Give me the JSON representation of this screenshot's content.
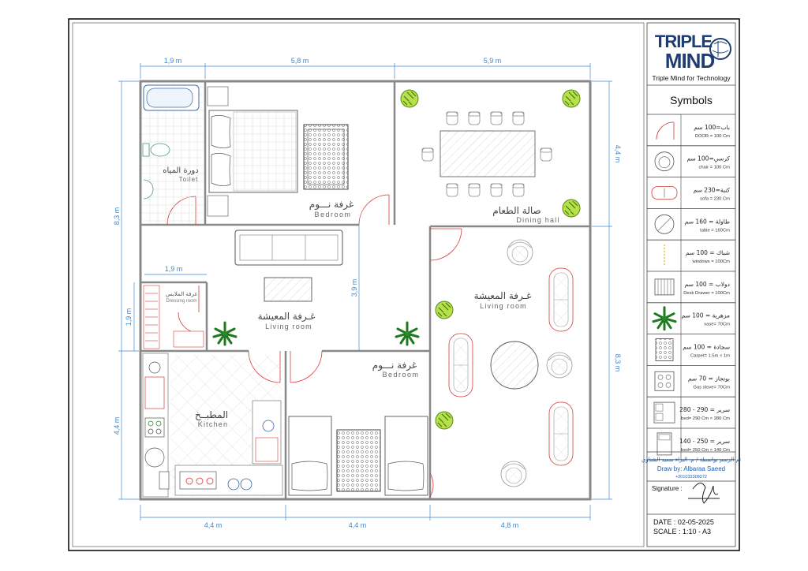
{
  "dimensions": {
    "top": [
      "1,9 m",
      "5,8 m",
      "5,9 m"
    ],
    "bottom": [
      "4,4 m",
      "4,4 m",
      "4,8 m"
    ],
    "left_upper": "8,3 m",
    "left_lower": "4,4 m",
    "left_small": "1,9 m",
    "inner_h": "1,9 m",
    "inner_v": "3,9 m",
    "right_upper": "4,4 m",
    "right_lower": "8,3 m"
  },
  "rooms": {
    "toilet": {
      "ar": "دورة المياه",
      "en": "Toilet"
    },
    "bedroom1": {
      "ar": "غرفة نـــوم",
      "en": "Bedroom"
    },
    "dining": {
      "ar": "صالة الطعام",
      "en": "Dining hall"
    },
    "living_center": {
      "ar": "غـرفة المعيشة",
      "en": "Living room"
    },
    "living_right": {
      "ar": "غـرفة المعيشة",
      "en": "Living room"
    },
    "bedroom2": {
      "ar": "غرفة نـــوم",
      "en": "Bedroom"
    },
    "kitchen": {
      "ar": "المطبــخ",
      "en": "Kitchen"
    },
    "dressing": {
      "ar": "غرفة الملابس",
      "en": "Dressing room"
    }
  },
  "title_block": {
    "logo_top": "TRIPLE",
    "logo_bottom": "MIND",
    "company": "Triple Mind for Technology",
    "symbols_title": "Symbols",
    "symbols": [
      {
        "ar": "باب=100 سم",
        "en": "DOOR = 100 Cm",
        "icon": "door-icon"
      },
      {
        "ar": "كرسي=100 سم",
        "en": "chair = 100 Cm",
        "icon": "chair-icon"
      },
      {
        "ar": "كنبة=230 سم",
        "en": "sofa = 230 Cm",
        "icon": "sofa-icon"
      },
      {
        "ar": "طاولة = 160 سم",
        "en": "table = 160Cm",
        "icon": "table-icon"
      },
      {
        "ar": "شباك = 100 سم",
        "en": "windows = 100Cm",
        "icon": "window-icon"
      },
      {
        "ar": "دولاب = 100 سم",
        "en": "Desk Drawer = 100Cm",
        "icon": "drawer-icon"
      },
      {
        "ar": "مزهرية = 100 سم",
        "en": "vase= 70Cm",
        "icon": "plant-icon"
      },
      {
        "ar": "سجادة = 100 سم",
        "en": "Carpet= 1.5m × 1m",
        "icon": "carpet-icon"
      },
      {
        "ar": "بوتجاز = 70 سم",
        "en": "Gas stove= 70Cm",
        "icon": "stove-icon"
      },
      {
        "ar": "سرير = 290 - 280",
        "en": "bed= 290 Cm × 280 Cm",
        "icon": "double-bed-icon"
      },
      {
        "ar": "سرير = 250 - 140",
        "en": "bed= 250 Cm × 140 Cm",
        "icon": "single-bed-icon"
      }
    ],
    "drawn_by_ar": "تم الرسم بواسطة / م. البراء سعيد الشناوي",
    "drawn_by": "Draw by: Albaraa Saeed",
    "phone": "+201033308272",
    "signature_label": "Signature :",
    "date": "DATE : 02-05-2025",
    "scale": "SCALE : 1:10 - A3"
  },
  "colors": {
    "wall": "#888888",
    "dim": "#3a88d6",
    "door": "#d43a3a",
    "furniture": "#666666",
    "logo": "#1f3c73",
    "plant": "#2a8a2a",
    "vase": "#9acd32"
  }
}
